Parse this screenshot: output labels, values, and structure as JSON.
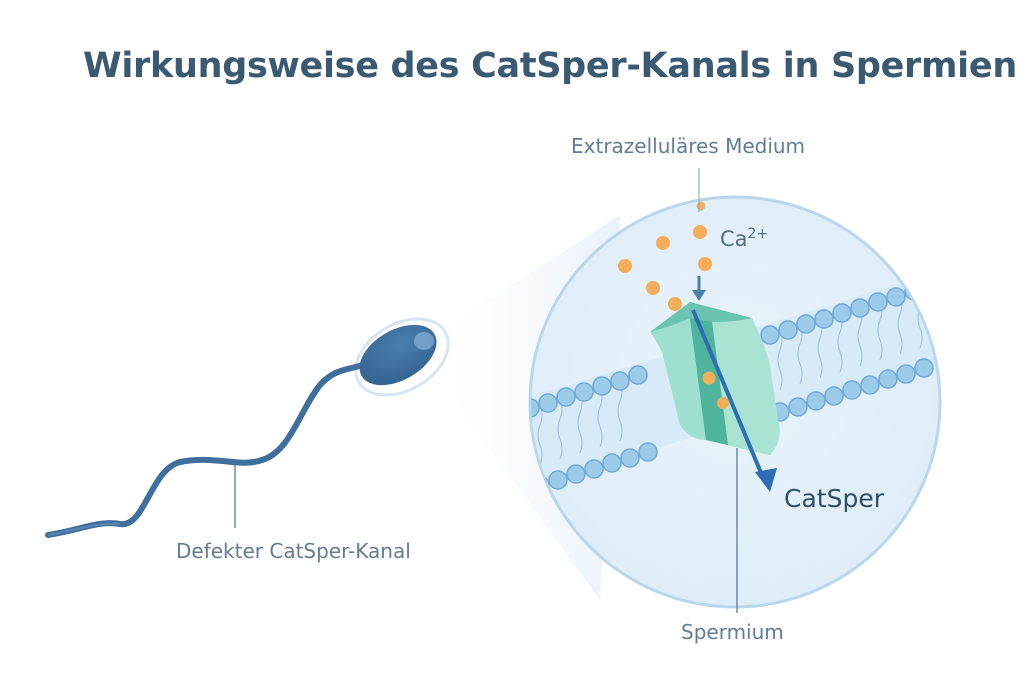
{
  "title": "Wirkungsweise des CatSper-Kanals in Spermien",
  "labels": {
    "extracellular": "Extrazelluläres Medium",
    "ion": "Ca",
    "ion_charge": "2+",
    "channel": "CatSper",
    "cell": "Spermium",
    "defect": "Defekter CatSper-Kanal"
  },
  "colors": {
    "title": "#3a5a72",
    "label": "#5f7d93",
    "sperm": "#3f6f9c",
    "circle_fill": "#e4f1fa",
    "circle_stroke": "#b9d6ea",
    "membrane_head": "#8ec3e8",
    "channel": "#8fd6c4",
    "channel_dark": "#5cbfa8",
    "calcium": "#f4ae5a",
    "arrow": "#2f6db5"
  }
}
